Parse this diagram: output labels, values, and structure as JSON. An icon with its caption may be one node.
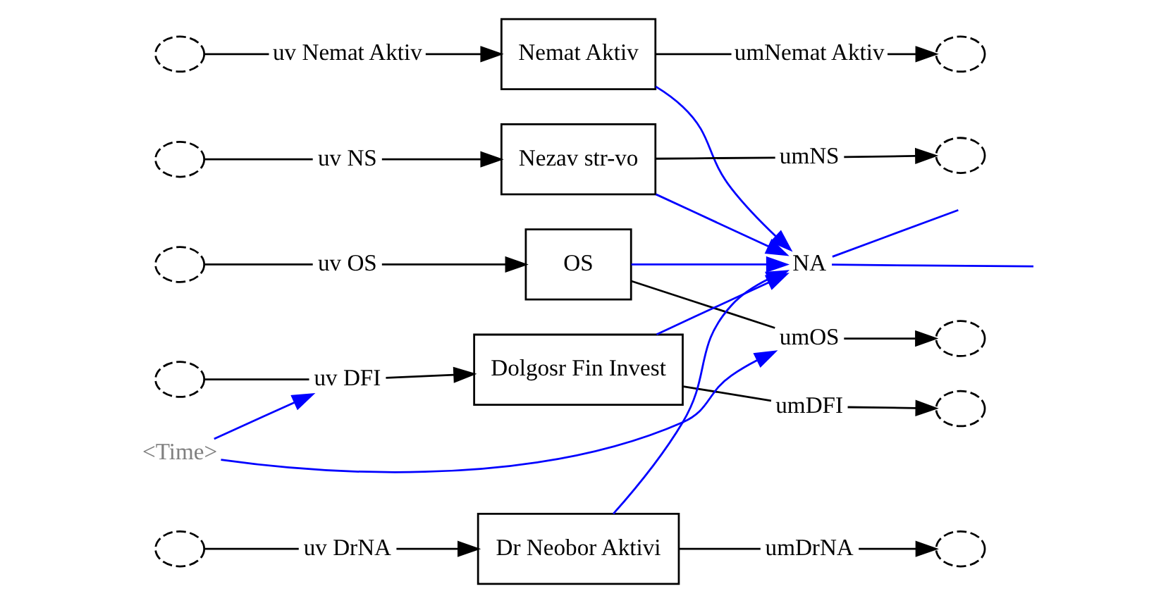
{
  "diagram": {
    "nodes": [
      {
        "text": [],
        "shape": "cloud"
      },
      {
        "text": [
          "uv Nemat Aktiv"
        ]
      },
      {
        "text": [
          "Nemat Aktiv"
        ]
      },
      {
        "text": [
          "umNemat Aktiv"
        ]
      },
      {
        "text": [],
        "shape": "cloud"
      },
      {
        "text": [],
        "shape": "cloud"
      },
      {
        "text": [
          "uv NS"
        ]
      },
      {
        "text": [
          "Nezav str-vo"
        ]
      },
      {
        "text": [
          "umNS"
        ]
      },
      {
        "text": [],
        "shape": "cloud"
      },
      {
        "text": [],
        "shape": "cloud"
      },
      {
        "text": [
          "uv OS"
        ]
      },
      {
        "text": [
          "OS"
        ]
      },
      {
        "text": [
          "umOS"
        ]
      },
      {
        "text": [],
        "shape": "cloud"
      },
      {
        "text": [
          "Dolgosr Fin Invest"
        ]
      },
      {
        "text": [
          "umDFI"
        ]
      },
      {
        "text": [],
        "shape": "cloud"
      },
      {
        "text": [
          "uv DFI"
        ]
      },
      {
        "text": [],
        "shape": "cloud"
      },
      {
        "text": [
          "NA"
        ]
      },
      {
        "text": [
          "<Time>"
        ]
      },
      {
        "text": [],
        "shape": "cloud"
      },
      {
        "text": [
          "uv DrNA"
        ]
      },
      {
        "text": [
          "Dr Neobor Aktivi"
        ]
      },
      {
        "text": [
          "umDrNA"
        ]
      },
      {
        "text": [],
        "shape": "cloud"
      }
    ],
    "edges": [
      {
        "from": 0,
        "to": 1,
        "arrow": "none"
      },
      {
        "from": 1,
        "to": 2,
        "arrow": "to"
      },
      {
        "from": 2,
        "to": 3,
        "arrow": "none"
      },
      {
        "from": 3,
        "to": 4,
        "arrow": "to"
      },
      {
        "from": 5,
        "to": 6,
        "arrow": "none"
      },
      {
        "from": 6,
        "to": 7,
        "arrow": "to"
      },
      {
        "from": 7,
        "to": 8,
        "arrow": "none"
      },
      {
        "from": 8,
        "to": 9,
        "arrow": "to"
      },
      {
        "from": 10,
        "to": 11,
        "arrow": "none"
      },
      {
        "from": 11,
        "to": 12,
        "arrow": "to"
      },
      {
        "from": 12,
        "to": 13,
        "arrow": "none"
      },
      {
        "from": 13,
        "to": 14,
        "arrow": "to"
      },
      {
        "from": 15,
        "to": 16,
        "arrow": "none"
      },
      {
        "from": 16,
        "to": 17,
        "arrow": "to"
      },
      {
        "from": 19,
        "to": 18,
        "arrow": "none"
      },
      {
        "from": 18,
        "to": 15,
        "arrow": "to"
      },
      {
        "from": 22,
        "to": 23,
        "arrow": "none"
      },
      {
        "from": 23,
        "to": 24,
        "arrow": "to"
      },
      {
        "from": 24,
        "to": 25,
        "arrow": "none"
      },
      {
        "from": 25,
        "to": 26,
        "arrow": "to"
      },
      {
        "from": 2,
        "to": 20,
        "arrow": "to",
        "color": "#0000ff"
      },
      {
        "from": 7,
        "to": 20,
        "arrow": "to",
        "color": "#0000ff"
      },
      {
        "from": 12,
        "to": 20,
        "arrow": "to",
        "color": "#0000ff"
      },
      {
        "from": 15,
        "to": 20,
        "arrow": "to",
        "color": "#0000ff"
      },
      {
        "from": 24,
        "to": 20,
        "arrow": "to",
        "color": "#0000ff"
      },
      {
        "from": 21,
        "to": 18,
        "arrow": "to",
        "color": "#0000ff"
      },
      {
        "from": 21,
        "to": 13,
        "arrow": "to",
        "color": "#0000ff"
      },
      {
        "from": 20,
        "to": null,
        "arrow": "none",
        "color": "#0000ff"
      },
      {
        "from": 20,
        "to": null,
        "arrow": "none",
        "color": "#0000ff"
      }
    ]
  }
}
